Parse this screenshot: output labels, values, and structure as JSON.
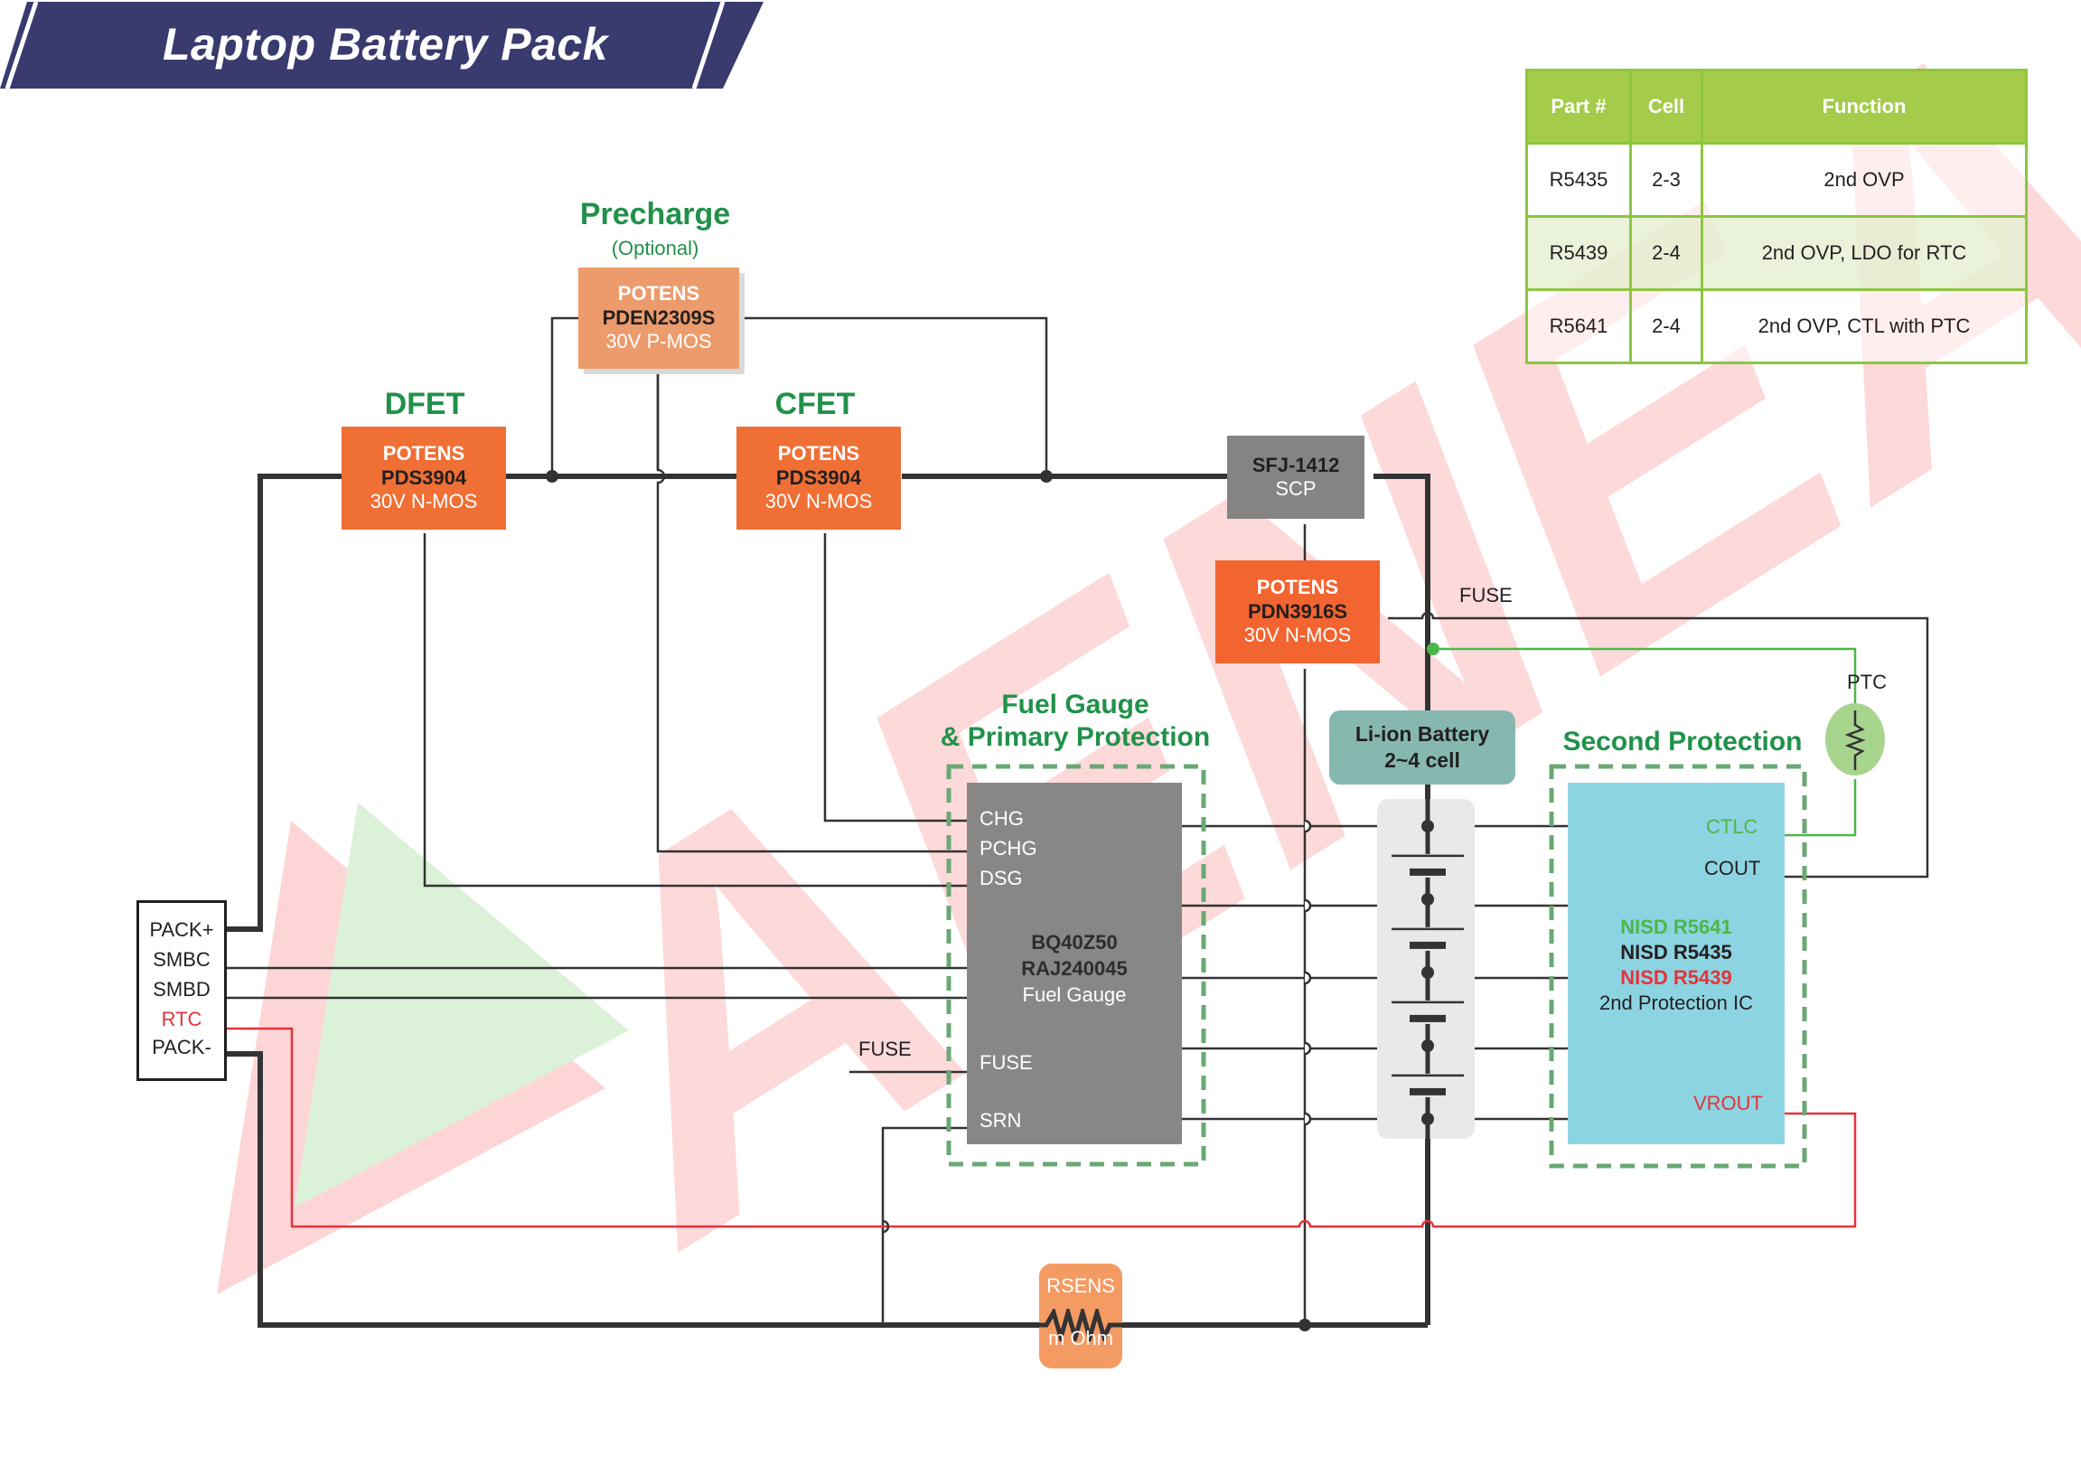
{
  "header": {
    "title": "Laptop Battery Pack",
    "banner_color": "#393a6e"
  },
  "sections": {
    "precharge": {
      "title": "Precharge",
      "subtitle": "(Optional)"
    },
    "dfet": {
      "title": "DFET"
    },
    "cfet": {
      "title": "CFET"
    },
    "fuel_gauge": {
      "title_line1": "Fuel Gauge",
      "title_line2": "& Primary Protection"
    },
    "second_protection": {
      "title": "Second Protection"
    }
  },
  "components": {
    "precharge_fet": {
      "brand": "POTENS",
      "part": "PDEN2309S",
      "spec": "30V P-MOS"
    },
    "dfet": {
      "brand": "POTENS",
      "part": "PDS3904",
      "spec": "30V N-MOS"
    },
    "cfet": {
      "brand": "POTENS",
      "part": "PDS3904",
      "spec": "30V N-MOS"
    },
    "scp": {
      "part": "SFJ-1412",
      "spec": "SCP"
    },
    "fuse_fet": {
      "brand": "POTENS",
      "part": "PDN3916S",
      "spec": "30V N-MOS"
    },
    "fuel_gauge_ic": {
      "pins": [
        "CHG",
        "PCHG",
        "DSG",
        "FUSE",
        "SRN"
      ],
      "part1": "BQ40Z50",
      "part2": "RAJ240045",
      "desc": "Fuel Gauge"
    },
    "battery": {
      "line1": "Li-ion Battery",
      "line2": "2~4 cell",
      "cells": 4
    },
    "second_protection_ic": {
      "pins": {
        "ctlc": "CTLC",
        "cout": "COUT",
        "vrout": "VROUT"
      },
      "part_r5641": "NISD R5641",
      "part_r5435": "NISD R5435",
      "part_r5439": "NISD R5439",
      "desc": "2nd Protection IC"
    },
    "ptc": {
      "label": "PTC"
    },
    "rsens": {
      "line1": "RSENS",
      "line2": "m Ohm"
    }
  },
  "connector": {
    "pins": [
      "PACK+",
      "SMBC",
      "SMBD",
      "RTC",
      "PACK-"
    ]
  },
  "net_labels": {
    "fuse_top": "FUSE",
    "fuse_left": "FUSE"
  },
  "parts_table": {
    "headers": [
      "Part #",
      "Cell",
      "Function"
    ],
    "rows": [
      {
        "part": "R5435",
        "cell": "2-3",
        "function": "2nd OVP"
      },
      {
        "part": "R5439",
        "cell": "2-4",
        "function": "2nd OVP, LDO for RTC"
      },
      {
        "part": "R5641",
        "cell": "2-4",
        "function": "2nd OVP, CTL with PTC"
      }
    ]
  },
  "watermark": {
    "text": "AENEAS"
  },
  "colors": {
    "accent_green": "#21914a",
    "fet_orange": "#ef6f35",
    "rtc_red": "#e5323b",
    "ctl_green": "#4cb748",
    "table_green": "#a4cc4a"
  }
}
